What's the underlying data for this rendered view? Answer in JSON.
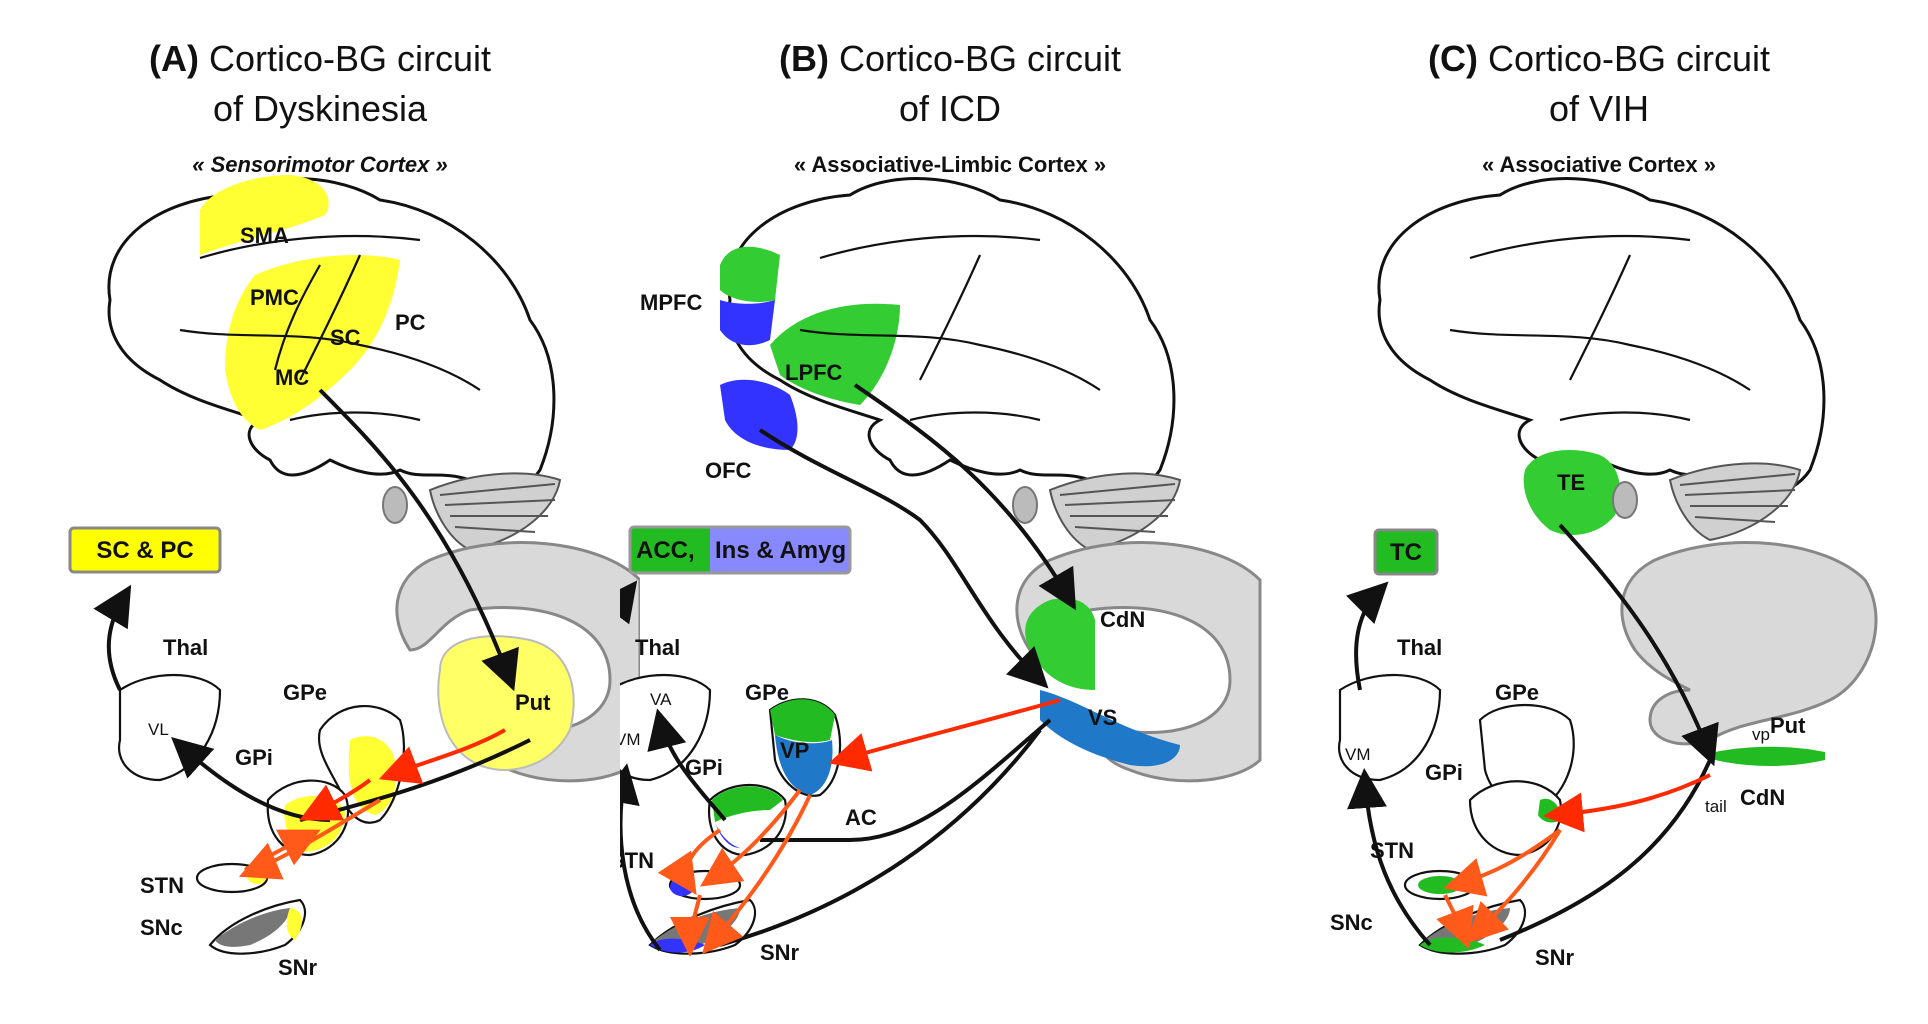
{
  "panels": [
    {
      "label": "(A)",
      "title_line1": "Cortico-BG circuit",
      "title_line2": "of Dyskinesia",
      "cortex": "« Sensorimotor Cortex »",
      "output_box": "SC & PC",
      "areas": {
        "sma": "SMA",
        "pmc": "PMC",
        "sc": "SC",
        "pc": "PC",
        "mc": "MC"
      },
      "nuclei": {
        "thal": "Thal",
        "thal_sub": "VL",
        "gpe": "GPe",
        "gpi": "GPi",
        "stn": "STN",
        "snc": "SNc",
        "snr": "SNr",
        "striatum": "Put"
      }
    },
    {
      "label": "(B)",
      "title_line1": "Cortico-BG circuit",
      "title_line2": "of ICD",
      "cortex": "« Associative-Limbic Cortex »",
      "output_box_part1": "ACC,",
      "output_box_part2": "Ins & Amyg",
      "areas": {
        "mpfc": "MPFC",
        "lpfc": "LPFC",
        "ofc": "OFC"
      },
      "nuclei": {
        "thal": "Thal",
        "thal_sub1": "VA",
        "thal_sub2": "VM",
        "gpe": "GPe",
        "vp": "VP",
        "gpi": "GPi",
        "stn": "STN",
        "snr": "SNr",
        "cdn": "CdN",
        "vs": "VS",
        "ac": "AC"
      }
    },
    {
      "label": "(C)",
      "title_line1": "Cortico-BG circuit",
      "title_line2": "of VIH",
      "cortex": "« Associative Cortex »",
      "output_box": "TC",
      "areas": {
        "te": "TE"
      },
      "nuclei": {
        "thal": "Thal",
        "thal_sub": "VM",
        "gpe": "GPe",
        "gpi": "GPi",
        "stn": "STN",
        "snc": "SNc",
        "snr": "SNr",
        "put_prefix": "vp",
        "put": "Put",
        "cdn_prefix": "tail",
        "cdn": "CdN"
      }
    }
  ],
  "colors": {
    "sensorimotor": "#ffff00",
    "limbic_green": "#33cc33",
    "limbic_blue": "#3333ff",
    "ventral_blue": "#1f78c8",
    "ventral_green": "#22bb22",
    "box_purple": "#8888ff",
    "red_arrow": "#ff2a00"
  }
}
